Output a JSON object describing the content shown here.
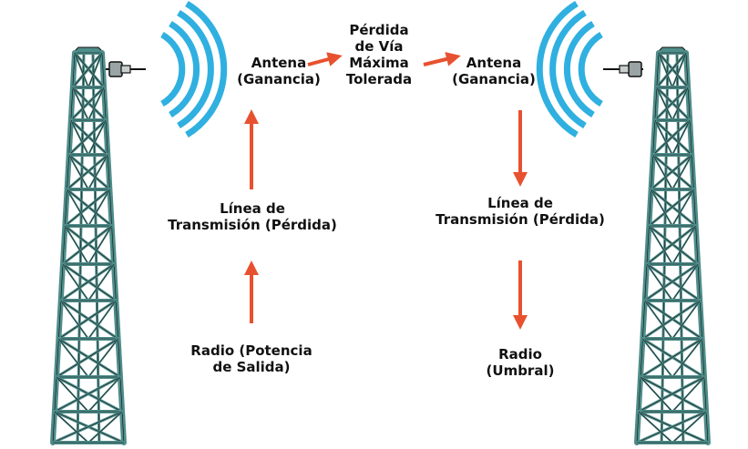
{
  "labels": {
    "left_antenna": [
      "Antena",
      "(Ganancia)"
    ],
    "path_loss": [
      "Pérdida",
      "de Vía",
      "Máxima",
      "Tolerada"
    ],
    "right_antenna": [
      "Antena",
      "(Ganancia)"
    ],
    "left_line": [
      "Línea de",
      "Transmisión (Pérdida)"
    ],
    "right_line": [
      "Línea de",
      "Transmisión (Pérdida)"
    ],
    "left_radio": [
      "Radio (Potencia",
      "de Salida)"
    ],
    "right_radio": [
      "Radio",
      "(Umbral)"
    ]
  },
  "colors": {
    "arrow": "#e8512f",
    "wave": "#2fb0e0",
    "tower_fill": "#4e8d8a",
    "tower_stroke": "#111111",
    "antenna": "#9aa4a4"
  }
}
